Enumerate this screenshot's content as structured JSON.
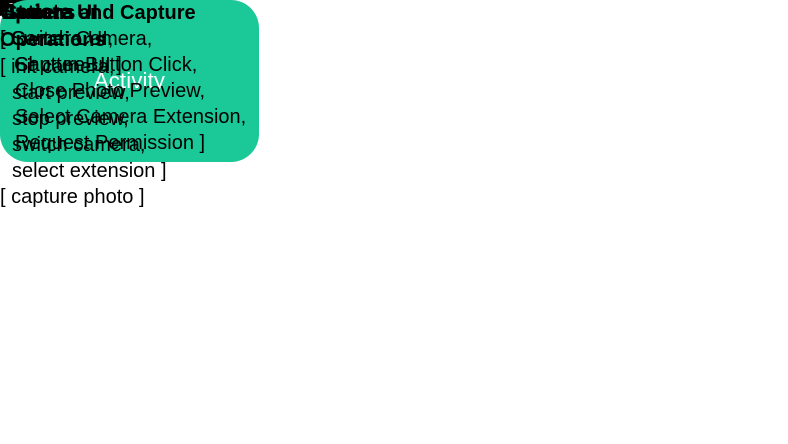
{
  "node": {
    "label": "Activity"
  },
  "edges": {
    "update_ui": {
      "label": "Update UI"
    },
    "actions": {
      "label": "Actions",
      "items": [
        "[ Switch Camera,",
        "Shutter Button Click,",
        "Close Photo Preview,",
        "Select Camera Extension,",
        "Request Permission ]"
      ]
    },
    "state": {
      "label": "State",
      "items": [
        "[ Camera UI,",
        "Capture UI ]"
      ]
    },
    "operations": {
      "label": "Camera and Capture Operations",
      "items": [
        "[ init camera,",
        "start preview,",
        "stop preview,",
        "switch camera,",
        "select extension ]",
        "[ capture photo ]"
      ]
    }
  },
  "colors": {
    "background": "#FFFFFF",
    "node_fill": "#1BC897",
    "node_text": "#FFFFFF",
    "text": "#000000",
    "line": "#000000"
  }
}
